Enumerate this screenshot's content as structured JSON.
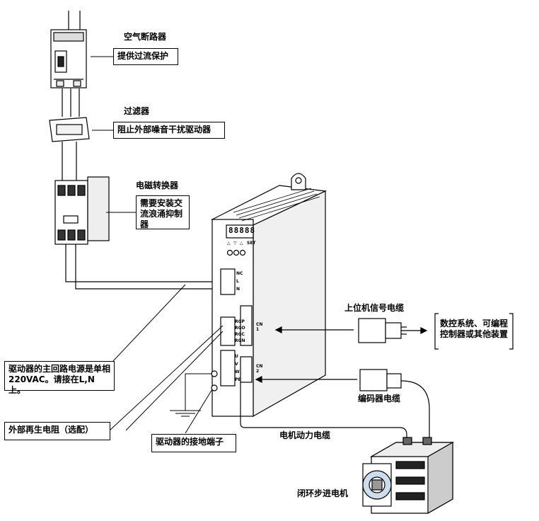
{
  "labels": {
    "air_breaker": "空气断路器",
    "air_breaker_note": "提供过流保护",
    "filter": "过滤器",
    "filter_note": "阻止外部噪音干扰驱动器",
    "contactor": "电磁转换器",
    "contactor_note": "需要安装交流浪涌抑制器",
    "host_cable": "上位机信号电缆",
    "host_devices": "数控系统、可编程控制器或其他装置",
    "encoder_cable": "编码器电缆",
    "motor_power_cable": "电机动力电缆",
    "motor": "闭环步进电机",
    "main_power_note": "驱动器的主回路电源是单相220VAC。请接在L,N上。",
    "regen_resistor": "外部再生电阻（选配）",
    "ground_terminal": "驱动器的接地端子"
  },
  "driver": {
    "display": "88888",
    "buttons": [
      "△",
      "▽",
      "△",
      "SET"
    ],
    "power_terminals": [
      "NC",
      "L",
      "N"
    ],
    "regen_terminals": [
      "RGP",
      "RGO",
      "RGC",
      "RGN"
    ],
    "motor_terminals": [
      "U",
      "V",
      "W",
      "PE"
    ],
    "port_cn1": "CN 1",
    "port_cn2": "CN 2"
  },
  "colors": {
    "line": "#000000",
    "background": "#ffffff"
  }
}
